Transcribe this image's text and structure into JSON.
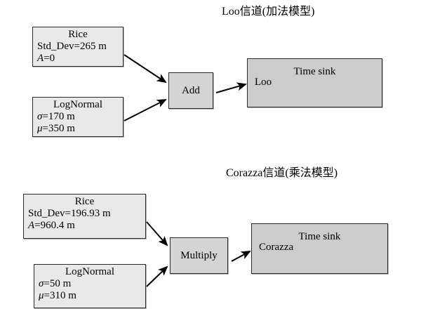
{
  "figure": {
    "background": "#ffffff",
    "stroke": "#2b2b2b",
    "src_fill": "#e9e9e9",
    "op_fill": "#d4d4d4",
    "sink_fill": "#cccccc"
  },
  "sections": [
    {
      "title": "Loo信道(加法模型)",
      "rice": {
        "title": "Rice",
        "line1": "Std_Dev=265 m",
        "line2_sym": "A",
        "line2_val": "=0"
      },
      "lognormal": {
        "title": "LogNormal",
        "line1_sym": "σ",
        "line1_val": "=170 m",
        "line2_sym": "μ",
        "line2_val": "=350 m"
      },
      "operator": "Add",
      "sink": {
        "title": "Time sink",
        "subtitle": "Loo"
      }
    },
    {
      "title": "Corazza信道(乘法模型)",
      "rice": {
        "title": "Rice",
        "line1": "Std_Dev=196.93 m",
        "line2_sym": "A",
        "line2_val": "=960.4 m"
      },
      "lognormal": {
        "title": "LogNormal",
        "line1_sym": "σ",
        "line1_val": "=50 m",
        "line2_sym": "μ",
        "line2_val": "=310 m"
      },
      "operator": "Multiply",
      "sink": {
        "title": "Time sink",
        "subtitle": "Corazza"
      }
    }
  ]
}
